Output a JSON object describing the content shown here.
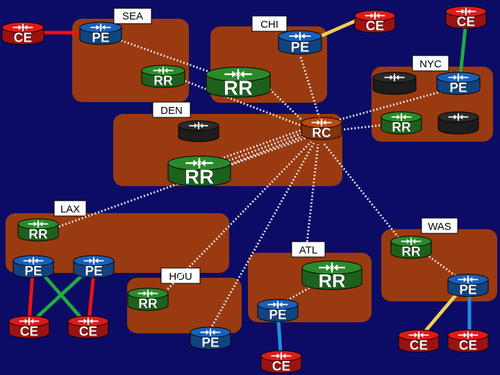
{
  "colors": {
    "background": "#0c0c66",
    "site_box": "#9a3a10",
    "label_box": "#ffffff",
    "router_ce": "#dd1a1a",
    "router_pe": "#1a5fb8",
    "router_rr": "#2a8a2a",
    "router_rc": "#b84a12",
    "router_p": "#2a2a2a",
    "link_red": "#ee1111",
    "link_green": "#22aa44",
    "link_yellow": "#f2d050",
    "link_blue": "#1e90e0",
    "session_dotted": "#e8e8f0"
  },
  "sites": {
    "sea": {
      "label": "SEA"
    },
    "chi": {
      "label": "CHI"
    },
    "nyc": {
      "label": "NYC"
    },
    "den": {
      "label": "DEN"
    },
    "lax": {
      "label": "LAX"
    },
    "was": {
      "label": "WAS"
    },
    "atl": {
      "label": "ATL"
    },
    "hou": {
      "label": "HOU"
    }
  },
  "routers": {
    "sea_ce": {
      "label": "CE"
    },
    "sea_pe": {
      "label": "PE"
    },
    "sea_rr": {
      "label": "RR"
    },
    "chi_pe": {
      "label": "PE"
    },
    "chi_rr": {
      "label": "RR"
    },
    "chi_ce_1": {
      "label": "CE"
    },
    "chi_ce_2": {
      "label": "CE"
    },
    "nyc_p": {
      "label": ""
    },
    "nyc_pe": {
      "label": "PE"
    },
    "nyc_rr": {
      "label": "RR"
    },
    "nyc_p2": {
      "label": ""
    },
    "den_p": {
      "label": ""
    },
    "den_rc": {
      "label": "RC"
    },
    "den_rr": {
      "label": "RR"
    },
    "lax_rr": {
      "label": "RR"
    },
    "lax_pe_1": {
      "label": "PE"
    },
    "lax_pe_2": {
      "label": "PE"
    },
    "lax_ce_1": {
      "label": "CE"
    },
    "lax_ce_2": {
      "label": "CE"
    },
    "hou_rr": {
      "label": "RR"
    },
    "hou_pe": {
      "label": "PE"
    },
    "atl_rr": {
      "label": "RR"
    },
    "atl_pe": {
      "label": "PE"
    },
    "atl_ce": {
      "label": "CE"
    },
    "was_rr": {
      "label": "RR"
    },
    "was_pe": {
      "label": "PE"
    },
    "was_ce_1": {
      "label": "CE"
    },
    "was_ce_2": {
      "label": "CE"
    }
  }
}
